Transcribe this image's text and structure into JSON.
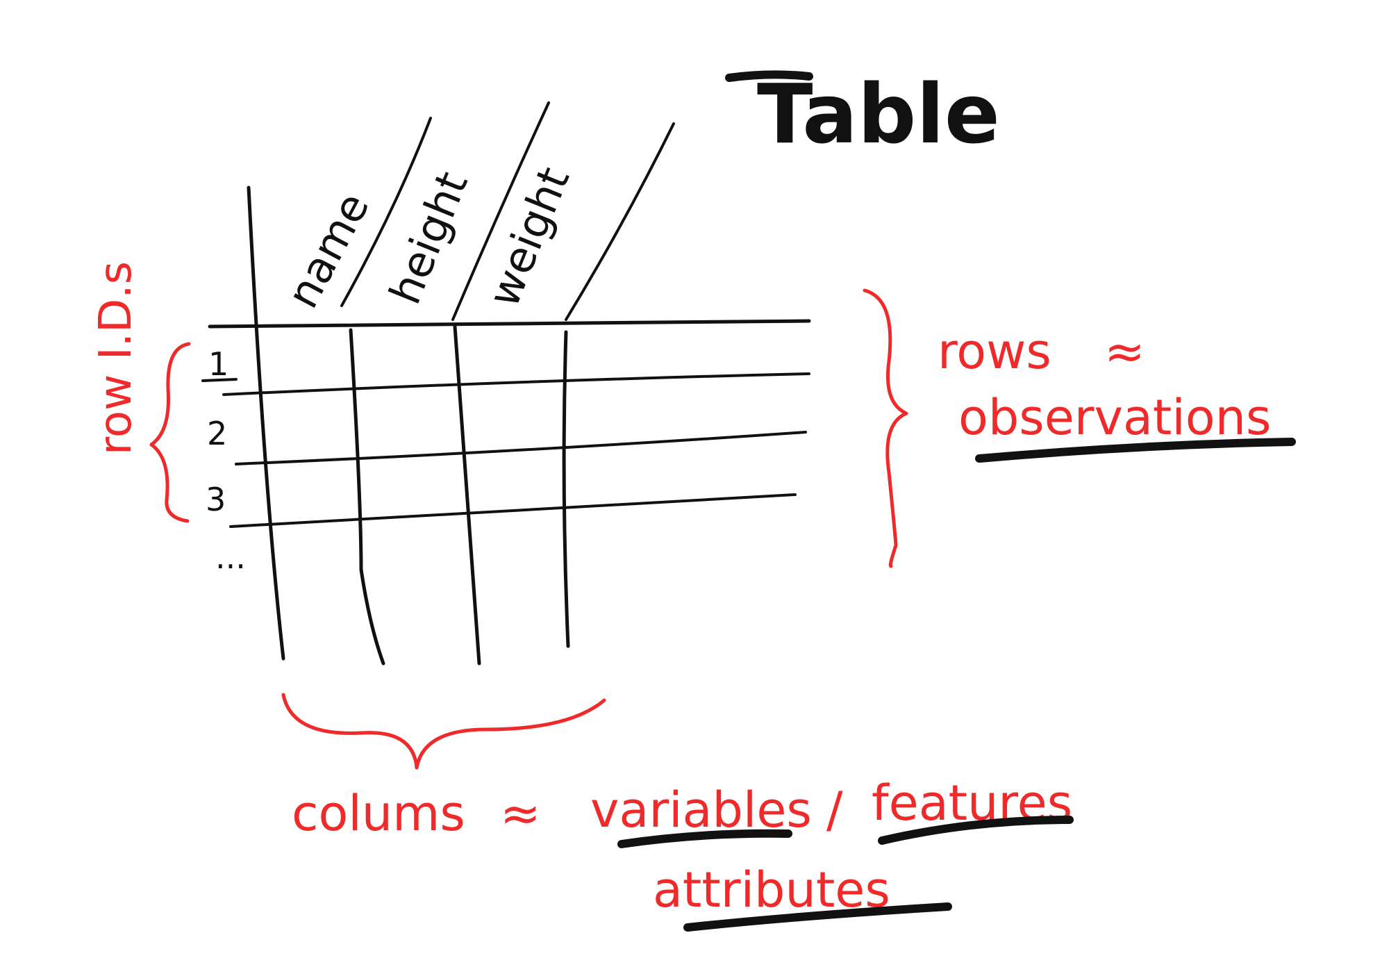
{
  "title": "Table",
  "columns": [
    "name",
    "height",
    "weight"
  ],
  "row_ids": [
    "1",
    "2",
    "3",
    "..."
  ],
  "labels": {
    "row_ids": "row I.D.s",
    "rows_a": "rows",
    "approx": "≈",
    "rows_b": "observations",
    "columns_a": "colums",
    "columns_b": "variables",
    "slash": "/",
    "columns_c": "features",
    "columns_d": "attributes"
  },
  "colors": {
    "ink": "#111111",
    "annotation": "#ee2a2a"
  }
}
